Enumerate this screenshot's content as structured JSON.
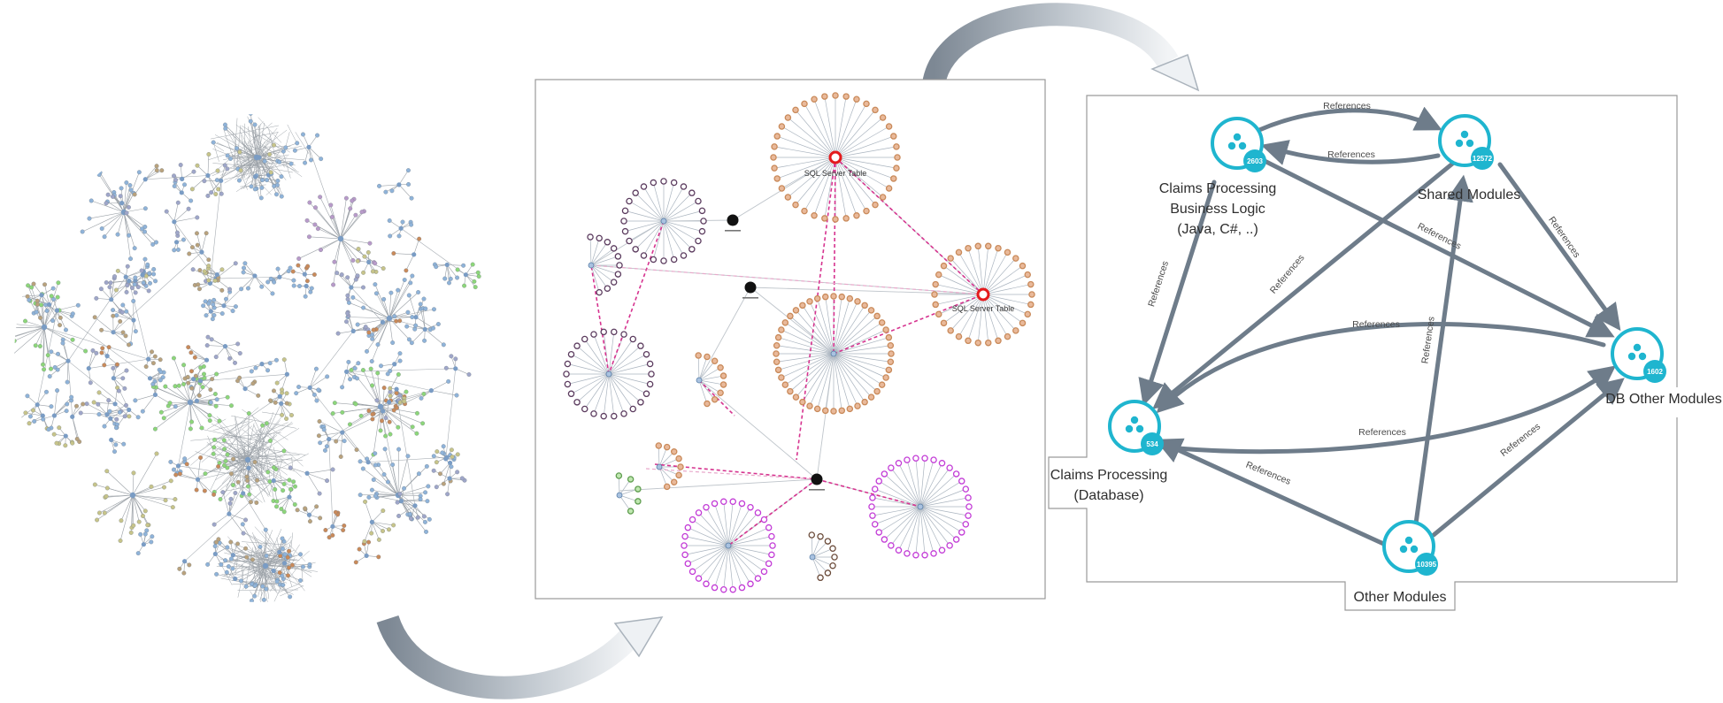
{
  "colors": {
    "module_accent": "#1fb5cf",
    "edge": "#6e7c8a",
    "flow_arrow": "#8f9aa6",
    "highlight_red": "#e41a1c",
    "dashed_magenta": "#d6338f",
    "node_blue": "#8fb3d9",
    "node_brown": "#c98a5a",
    "node_purple": "#5b3b5e",
    "node_violet": "#c23ad6",
    "node_green": "#8dd67a"
  },
  "overview_panel": {
    "description_icon": "dense-dependency-graph"
  },
  "detail_panel": {
    "hub_labels": [
      "SQL Server Table",
      "SQL Server Table"
    ]
  },
  "summary_panel": {
    "nodes": {
      "claims_logic": {
        "label_lines": [
          "Claims Processing",
          "Business Logic",
          "(Java, C#, ..)"
        ],
        "count": "2603",
        "icon": "module-cluster-icon"
      },
      "shared": {
        "label_lines": [
          "Shared Modules"
        ],
        "count": "12572",
        "icon": "module-cluster-icon"
      },
      "db_other": {
        "label_lines": [
          "DB Other Modules"
        ],
        "count": "1602",
        "icon": "module-cluster-icon"
      },
      "claims_db": {
        "label_lines": [
          "Claims Processing",
          "(Database)"
        ],
        "count": "534",
        "icon": "module-cluster-icon"
      },
      "other": {
        "label_lines": [
          "Other Modules"
        ],
        "count": "10395",
        "icon": "module-cluster-icon"
      }
    },
    "edge_label": "References"
  }
}
